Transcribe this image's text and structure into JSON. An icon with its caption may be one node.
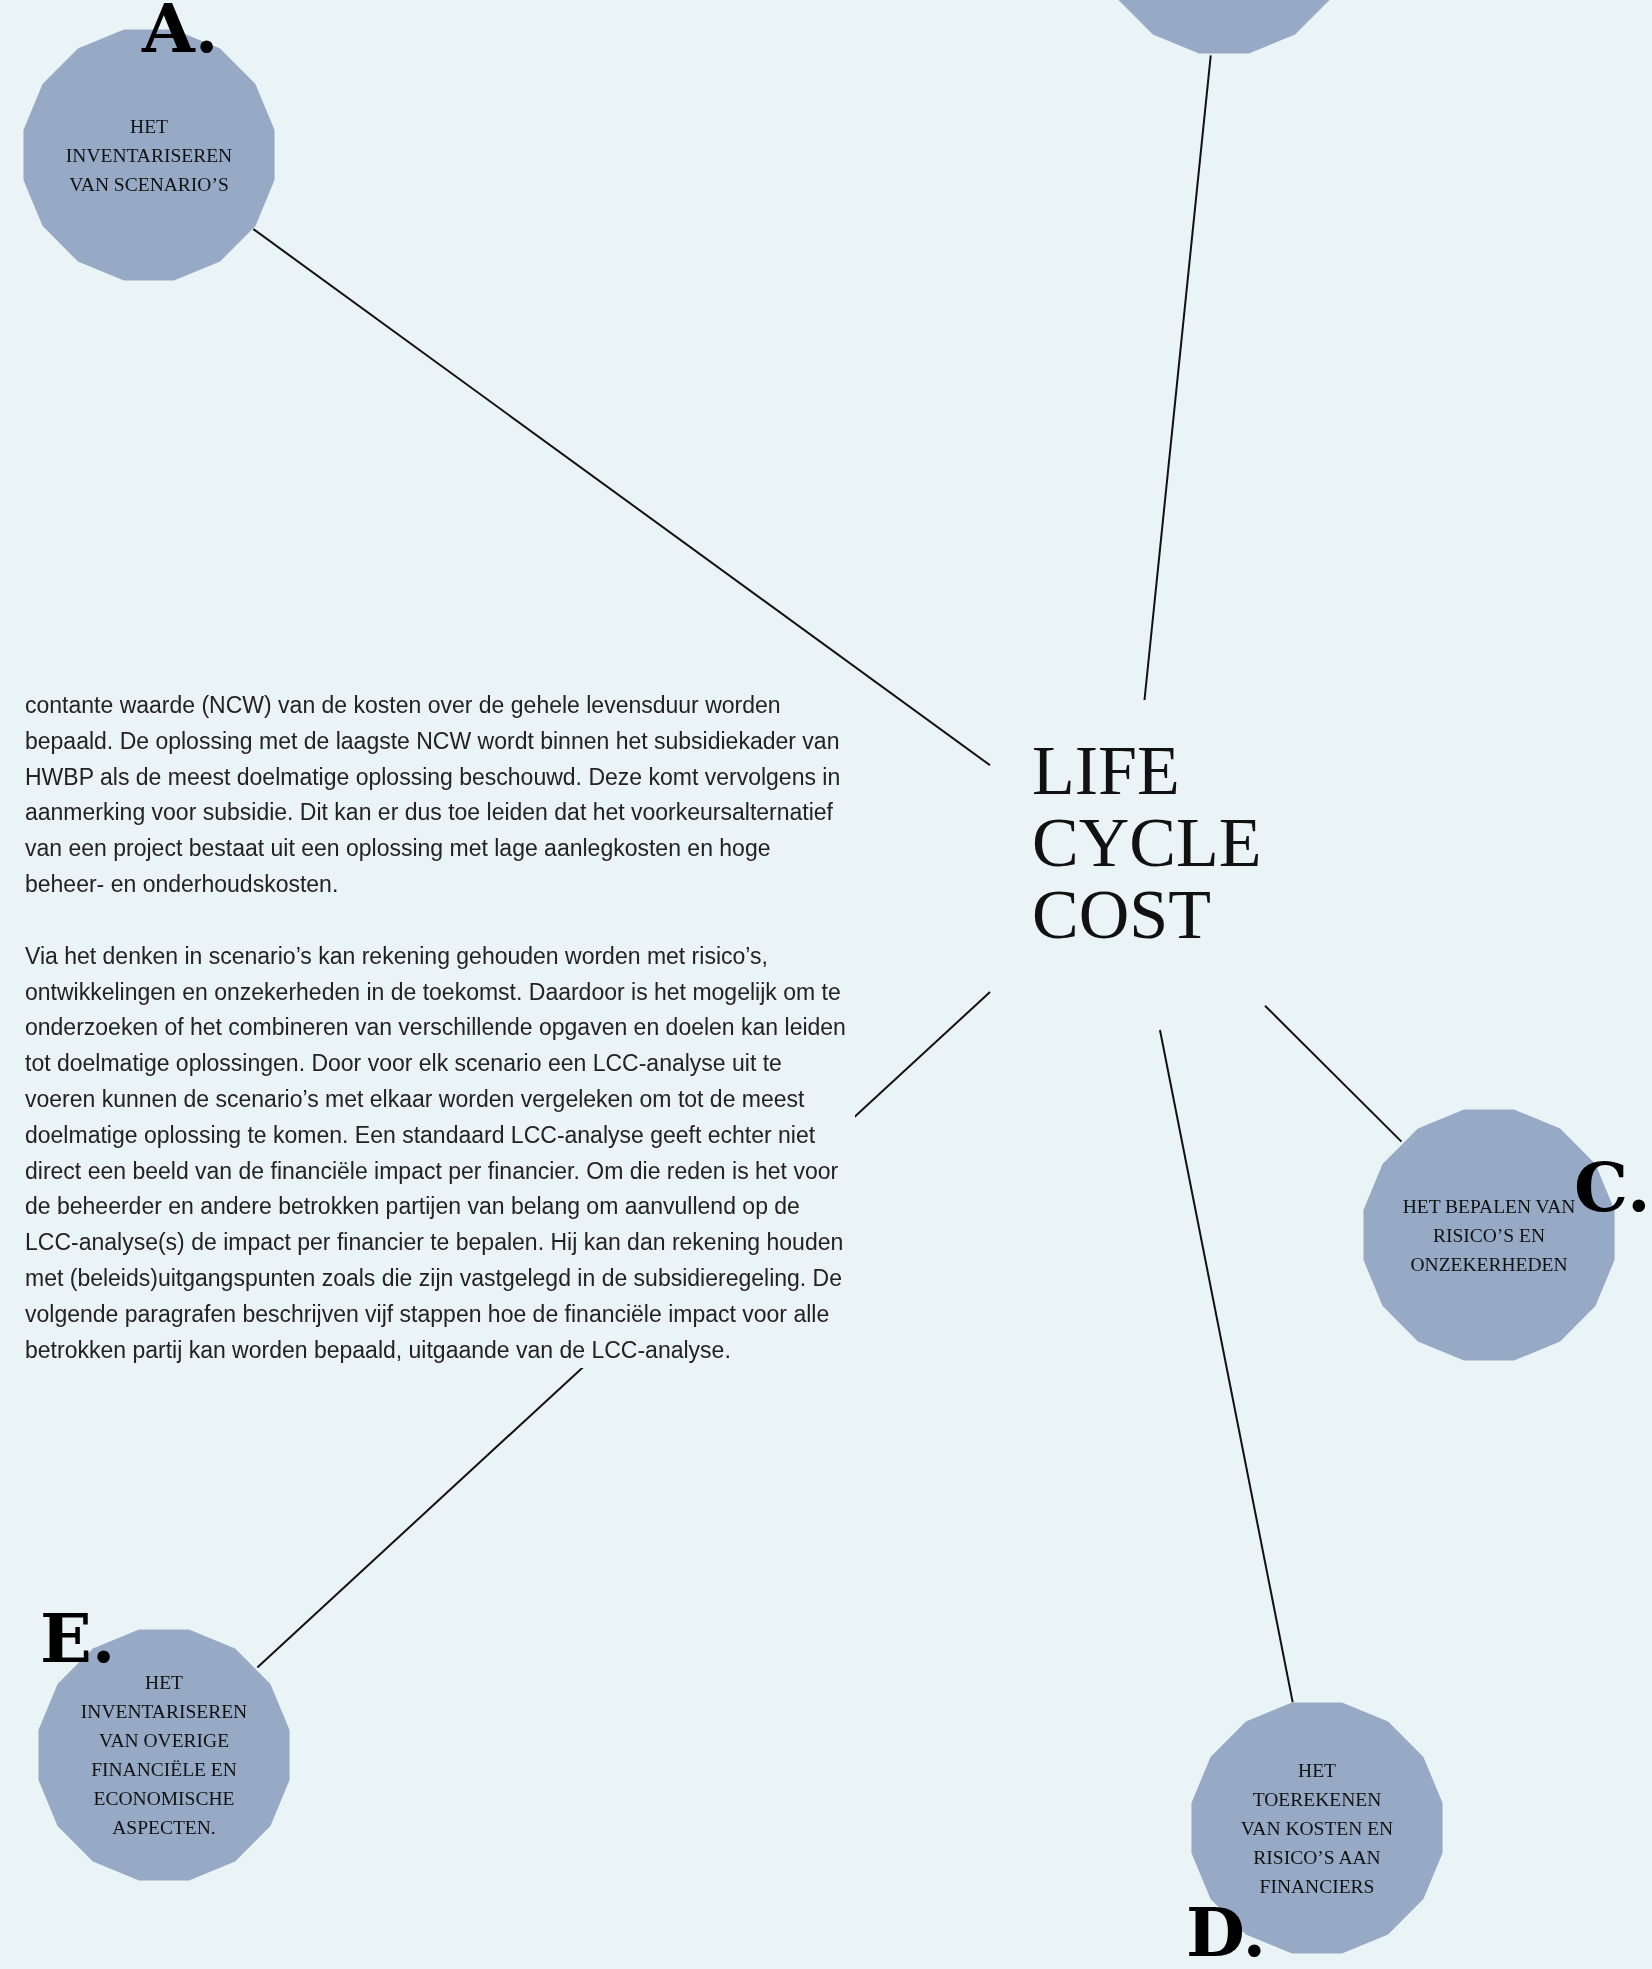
{
  "diagram": {
    "nodes": [
      {
        "text": [
          "HET INVENTARISEREN VAN SCENARIO’S"
        ],
        "beside": [
          "A."
        ]
      },
      {
        "text": [],
        "shape": "circle"
      },
      {
        "text": [
          "LIFE CYCLE COST"
        ]
      },
      {
        "text": [
          "HET BEPALEN VAN RISICO’S EN ONZEKERHEDEN"
        ],
        "beside": [
          "C."
        ]
      },
      {
        "text": [
          "HET INVENTARISEREN VAN OVERIGE FINANCIËLE EN ECONOMISCHE ASPECTEN."
        ],
        "beside": [
          "E."
        ]
      },
      {
        "text": [
          "HET TOEREKENEN VAN KOSTEN EN RISICO’S AAN FINANCIERS"
        ],
        "beside": [
          "D."
        ]
      }
    ],
    "edges": [
      {
        "from": 2,
        "to": 0,
        "arrow": "none"
      },
      {
        "from": 2,
        "to": 1,
        "arrow": "none"
      },
      {
        "from": 2,
        "to": 3,
        "arrow": "none"
      },
      {
        "from": 2,
        "to": 4,
        "arrow": "none"
      },
      {
        "from": 2,
        "to": 5,
        "arrow": "none"
      }
    ],
    "labels": [
      "contante waarde (NCW) van de kosten over de gehele levensduur worden bepaald. De oplossing met de laagste NCW wordt binnen het subsidiekader van HWBP als de meest doelmatige oplossing beschouwd. Deze komt vervolgens in aanmerking voor subsidie. Dit kan er dus toe leiden dat het voorkeursalternatief van een project bestaat uit een oplossing met lage aanlegkosten en hoge beheer- en onderhoudskosten.",
      "Via het denken in scenario’s kan rekening gehouden worden met risico’s, ontwikkelingen en onzekerheden in de toekomst. Daardoor is het mogelijk om te onderzoeken of het combineren van verschillende opgaven en doelen kan leiden tot doelmatige oplossingen. Door voor elk scenario een LCC-analyse uit te voeren kunnen de scenario’s met elkaar worden vergeleken om tot de meest doelmatige oplossing te komen. Een standaard LCC-analyse geeft echter niet direct een beeld van de financiële impact per financier. Om die reden is het voor de beheerder en andere betrokken partijen van belang om aanvullend op de LCC-analyse(s) de impact per financier te bepalen. Hij kan dan rekening houden met (beleids)uitgangspunten zoals die zijn vastgelegd in de subsidieregeling. De volgende paragrafen beschrijven vijf stappen hoe de financiële impact voor alle betrokken partij kan worden bepaald, uitgaande van de LCC-analyse."
    ]
  }
}
